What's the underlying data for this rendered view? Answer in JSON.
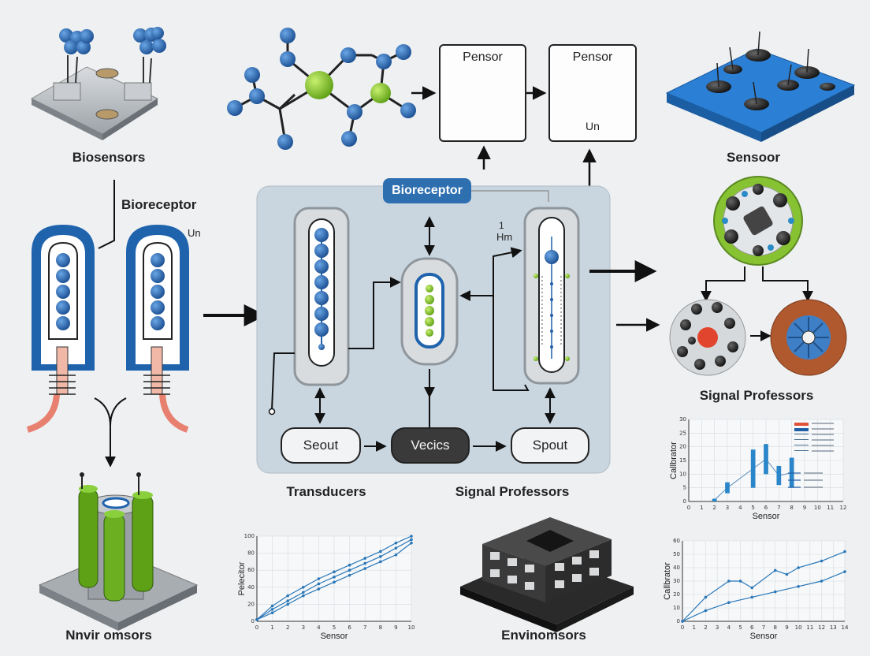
{
  "labels": {
    "biosensors": "Biosensors",
    "bioreceptor_left": "Bioreceptor",
    "un_left": "Un",
    "sensoor": "Sensoor",
    "transducers": "Transducers",
    "signal_professors_center": "Signal Professors",
    "signal_professors_right": "Signal Professors",
    "nnvir_omsors": "Nnvir omsors",
    "envinomsors": "Envinomsors"
  },
  "top_boxes": [
    {
      "title": "Pensor"
    },
    {
      "title": "Pensor",
      "sub": "Un"
    }
  ],
  "center_panel": {
    "badge": "Bioreceptor",
    "side_note_1": "1",
    "side_note_2": "Hm",
    "buttons": [
      "Seout",
      "Vecics",
      "Spout"
    ]
  },
  "colors": {
    "blue": "#1f5fa8",
    "green": "#7cc234",
    "panel": "#c9d6e0",
    "dark": "#3a3a3a"
  },
  "chart_data": [
    {
      "type": "line",
      "xlabel": "Sensor",
      "ylabel": "Pelecitor",
      "x_ticks": [
        "0",
        "1",
        "2",
        "3",
        "4",
        "5",
        "6",
        "7",
        "8",
        "9",
        "10"
      ],
      "y_ticks": [
        "0",
        "20",
        "40",
        "60",
        "80",
        "100"
      ],
      "xlim": [
        0,
        10
      ],
      "ylim": [
        0,
        100
      ],
      "series": [
        {
          "x": [
            0,
            1,
            2,
            3,
            4,
            5,
            6,
            7,
            8,
            9,
            10
          ],
          "values": [
            2,
            18,
            30,
            40,
            50,
            58,
            66,
            74,
            82,
            92,
            100
          ]
        },
        {
          "x": [
            0,
            1,
            2,
            3,
            4,
            5,
            6,
            7,
            8,
            9,
            10
          ],
          "values": [
            2,
            14,
            24,
            34,
            44,
            52,
            60,
            68,
            76,
            86,
            96
          ]
        },
        {
          "x": [
            0,
            1,
            2,
            3,
            4,
            5,
            6,
            7,
            8,
            9,
            10
          ],
          "values": [
            2,
            10,
            20,
            30,
            38,
            46,
            54,
            62,
            70,
            78,
            92
          ]
        }
      ]
    },
    {
      "type": "bar",
      "xlabel": "Sensor",
      "ylabel": "Callbrator",
      "x_ticks": [
        "0",
        "1",
        "2",
        "3",
        "4",
        "5",
        "6",
        "7",
        "8",
        "9",
        "10",
        "11",
        "12"
      ],
      "y_ticks": [
        "0",
        "5",
        "10",
        "15",
        "20",
        "25",
        "30"
      ],
      "xlim": [
        0,
        12
      ],
      "ylim": [
        0,
        30
      ],
      "bars": [
        {
          "x": 2,
          "low": 0,
          "high": 1
        },
        {
          "x": 3,
          "low": 3,
          "high": 7
        },
        {
          "x": 5,
          "low": 5,
          "high": 19
        },
        {
          "x": 6,
          "low": 10,
          "high": 21
        },
        {
          "x": 7,
          "low": 6,
          "high": 13
        },
        {
          "x": 8,
          "low": 5,
          "high": 16
        }
      ],
      "legend_position": "top-right"
    },
    {
      "type": "line",
      "xlabel": "Sensor",
      "ylabel": "Callbrator",
      "x_ticks": [
        "0",
        "1",
        "2",
        "3",
        "4",
        "5",
        "6",
        "7",
        "8",
        "9",
        "10",
        "11",
        "12",
        "13",
        "14"
      ],
      "y_ticks": [
        "0",
        "10",
        "20",
        "30",
        "40",
        "50",
        "60"
      ],
      "xlim": [
        0,
        14
      ],
      "ylim": [
        0,
        60
      ],
      "series": [
        {
          "x": [
            0,
            2,
            4,
            5,
            6,
            8,
            9,
            10,
            12,
            14
          ],
          "values": [
            0,
            18,
            30,
            30,
            25,
            38,
            35,
            40,
            45,
            52
          ]
        },
        {
          "x": [
            0,
            2,
            4,
            6,
            8,
            10,
            12,
            14
          ],
          "values": [
            0,
            8,
            14,
            18,
            22,
            26,
            30,
            37
          ]
        }
      ]
    }
  ]
}
